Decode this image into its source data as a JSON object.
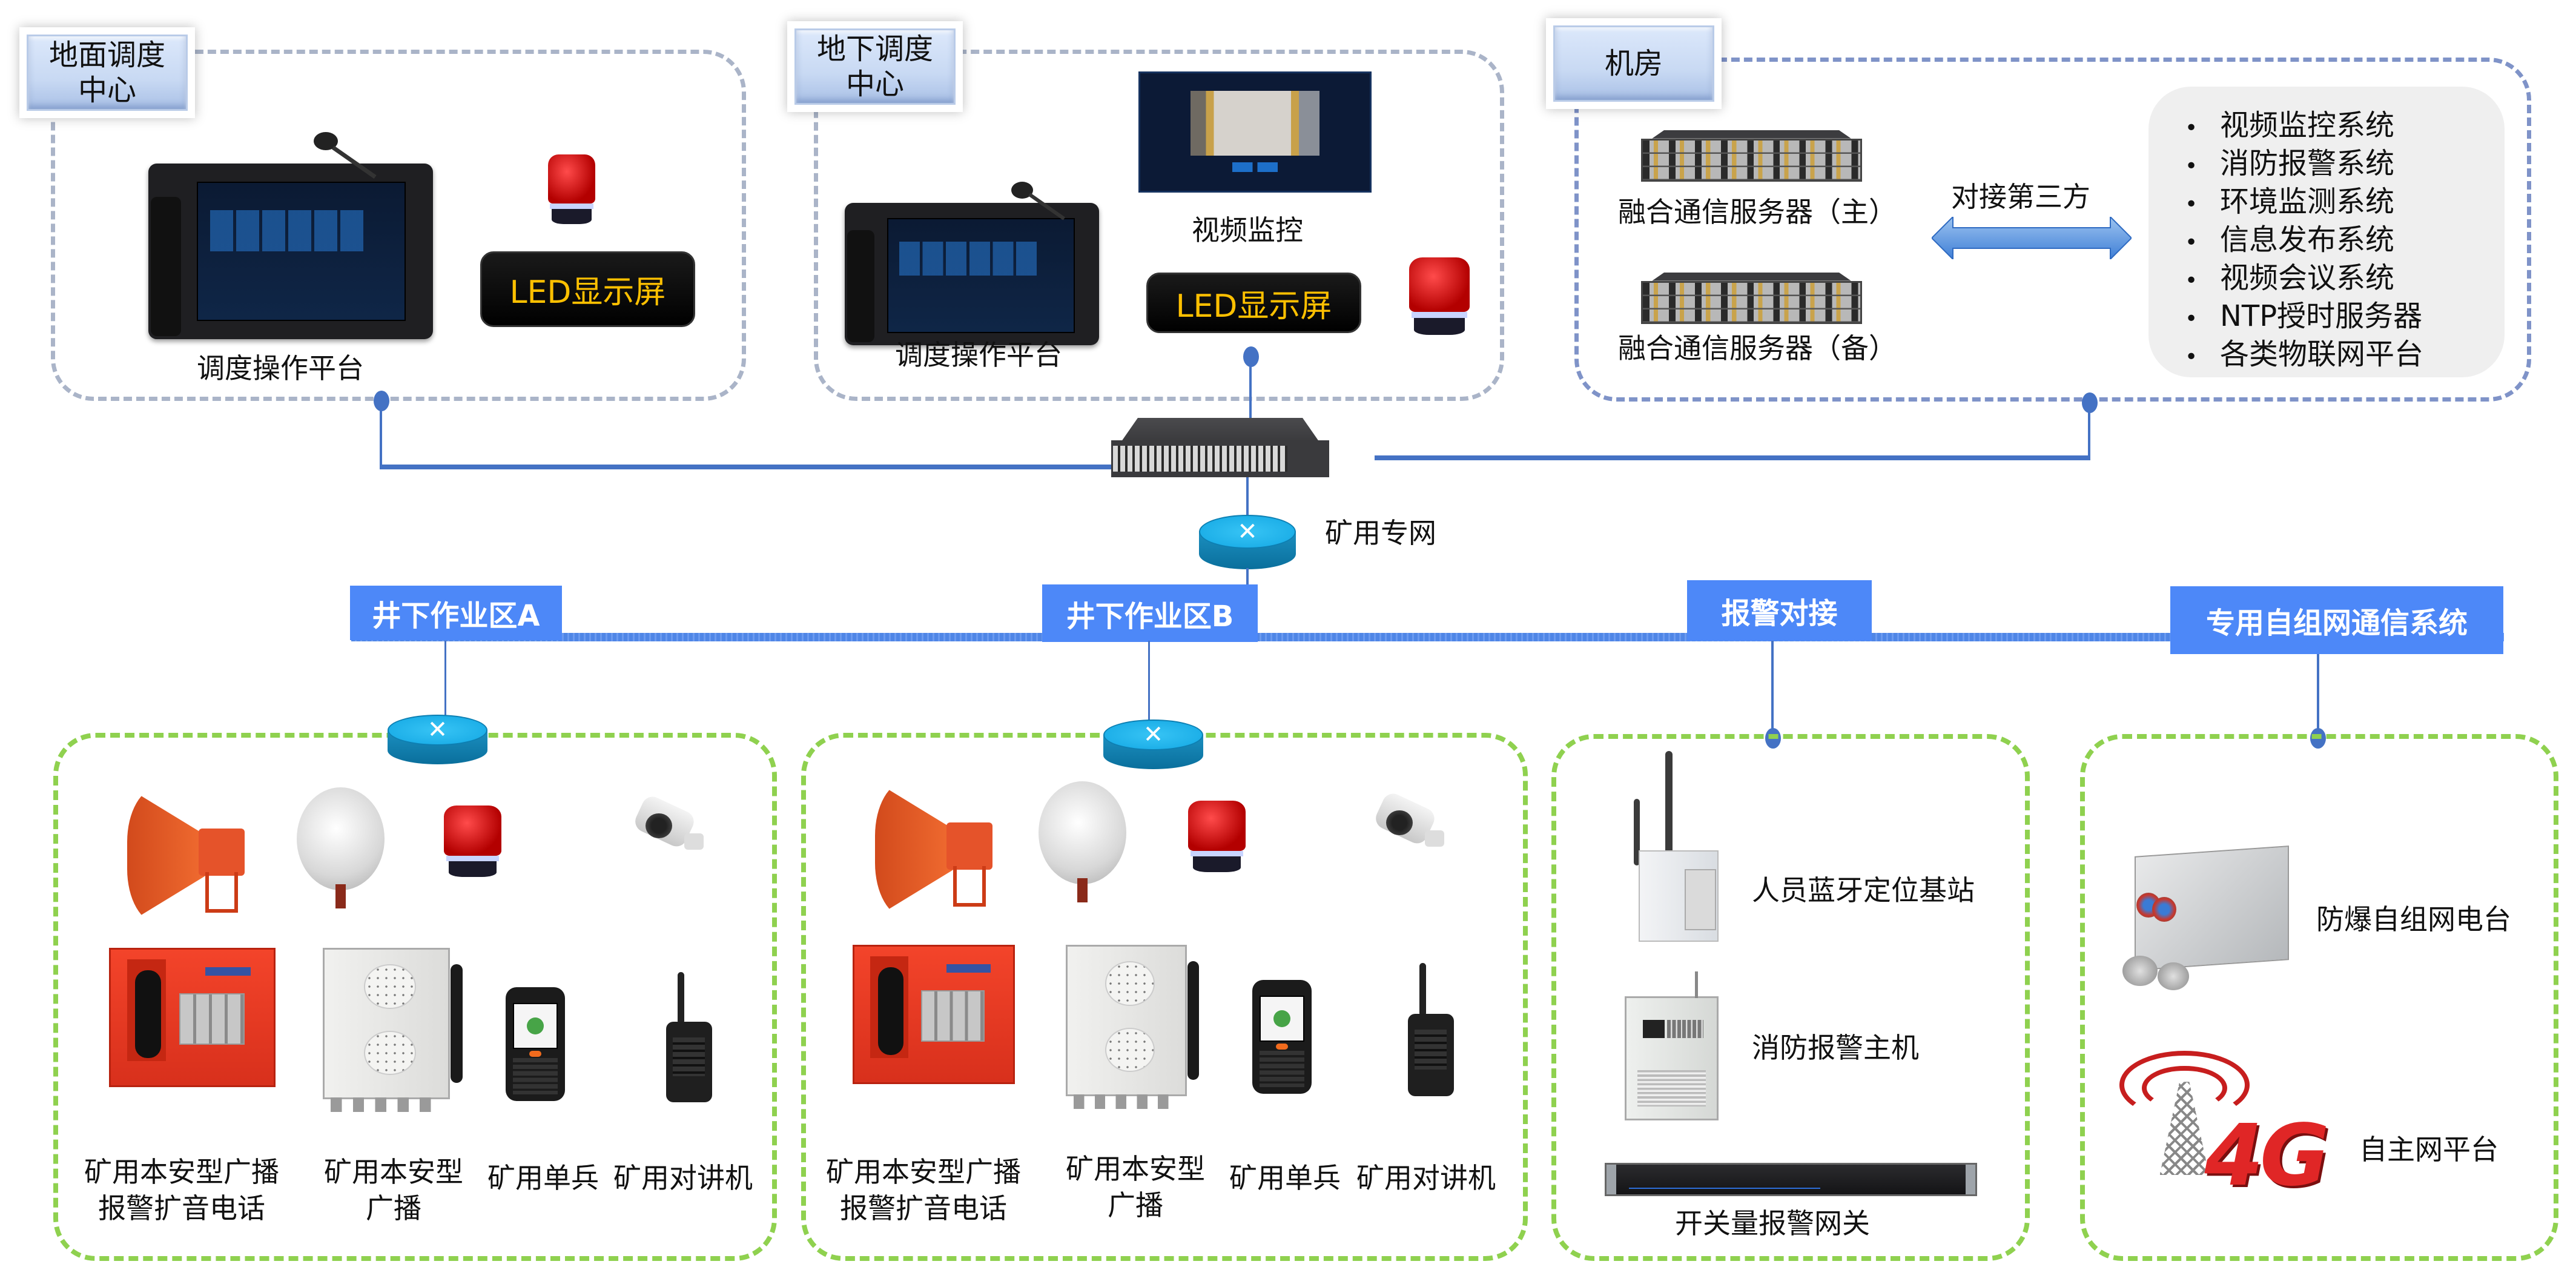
{
  "regions": {
    "ground": {
      "title": "地面调度\n中心",
      "title_line1": "地面调度",
      "title_line2": "中心",
      "console_label": "调度操作平台",
      "led_label": "LED显示屏"
    },
    "underground": {
      "title_line1": "地下调度",
      "title_line2": "中心",
      "console_label": "调度操作平台",
      "video_label": "视频监控",
      "led_label": "LED显示屏"
    },
    "machine_room": {
      "title": "机房",
      "server_main": "融合通信服务器（主）",
      "server_backup": "融合通信服务器（备）",
      "third_party_label": "对接第三方",
      "third_party_systems": [
        "视频监控系统",
        "消防报警系统",
        "环境监测系统",
        "信息发布系统",
        "视频会议系统",
        "NTP授时服务器",
        "各类物联网平台"
      ]
    }
  },
  "network": {
    "private_network_label": "矿用专网",
    "branches": [
      "井下作业区A",
      "井下作业区B",
      "报警对接",
      "专用自组网通信系统"
    ]
  },
  "work_areas": [
    {
      "devices": {
        "phone_line1": "矿用本安型广播",
        "phone_line2": "报警扩音电话",
        "broadcast_line1": "矿用本安型",
        "broadcast_line2": "广播",
        "handheld": "矿用单兵",
        "radio": "矿用对讲机"
      }
    },
    {
      "devices": {
        "phone_line1": "矿用本安型广播",
        "phone_line2": "报警扩音电话",
        "broadcast_line1": "矿用本安型",
        "broadcast_line2": "广播",
        "handheld": "矿用单兵",
        "radio": "矿用对讲机"
      }
    }
  ],
  "alarm_integration": {
    "bluetooth_station": "人员蓝牙定位基站",
    "fire_alarm_host": "消防报警主机",
    "switch_gateway": "开关量报警网关"
  },
  "adhoc_system": {
    "explosion_proof_radio": "防爆自组网电台",
    "private_network_platform": "自主网平台",
    "badge_4g": "4G"
  },
  "colors": {
    "network_blue": "#4d88f8",
    "link_blue": "#4472c4",
    "group_green": "#8fd14f",
    "group_gray": "#aab4c8",
    "led_text": "#ffc000"
  }
}
